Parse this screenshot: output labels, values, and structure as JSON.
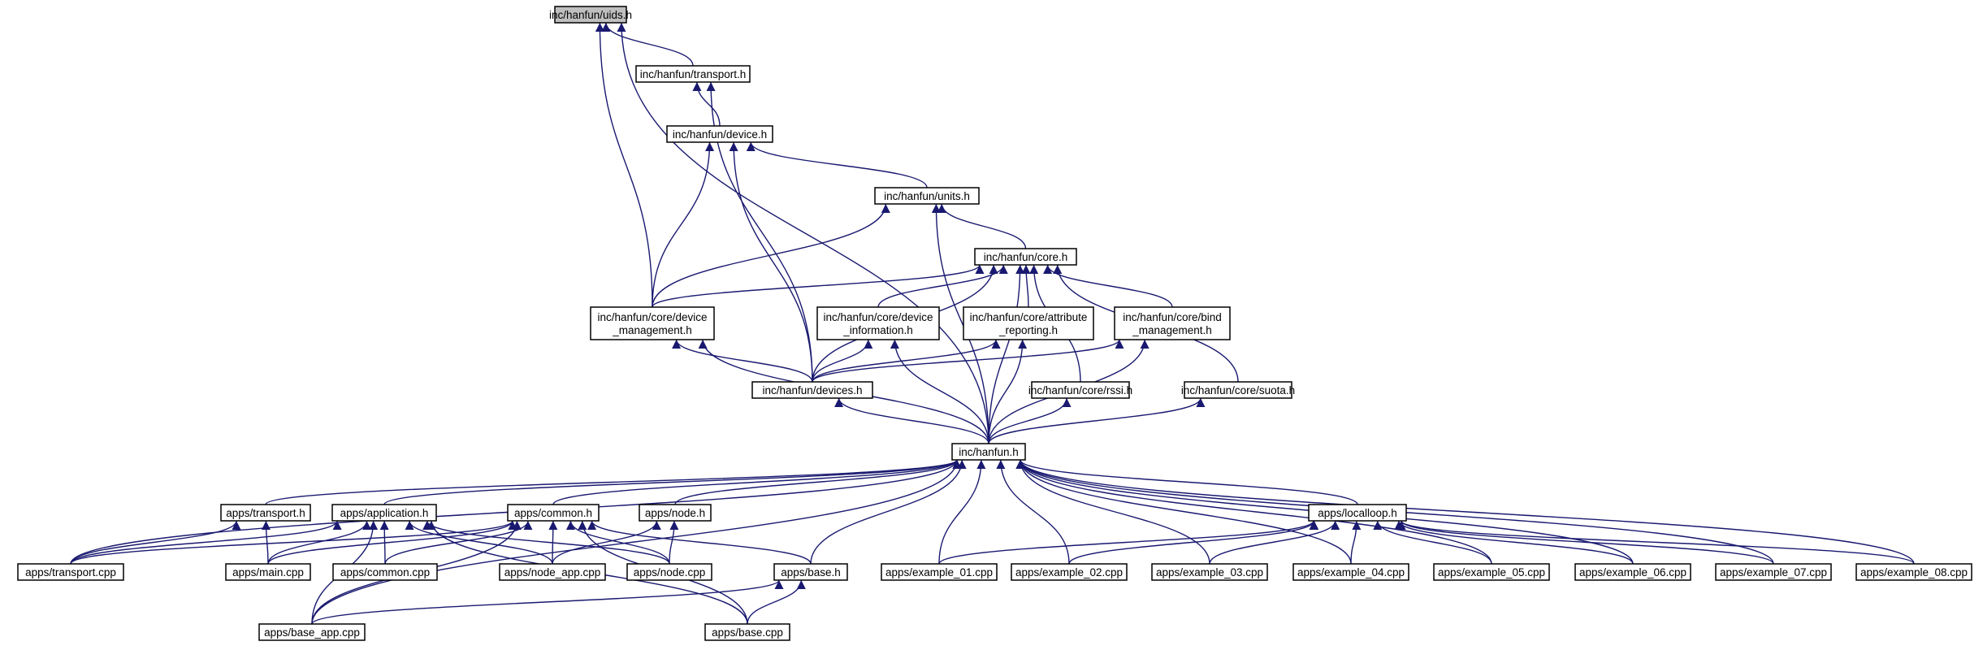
{
  "nodes": [
    {
      "id": "uids",
      "lines": [
        "inc/hanfun/uids.h"
      ],
      "root": true
    },
    {
      "id": "transport_h",
      "lines": [
        "inc/hanfun/transport.h"
      ]
    },
    {
      "id": "device_h",
      "lines": [
        "inc/hanfun/device.h"
      ]
    },
    {
      "id": "units_h",
      "lines": [
        "inc/hanfun/units.h"
      ]
    },
    {
      "id": "core_h",
      "lines": [
        "inc/hanfun/core.h"
      ]
    },
    {
      "id": "devmgmt",
      "lines": [
        "inc/hanfun/core/device",
        "_management.h"
      ]
    },
    {
      "id": "devinfo",
      "lines": [
        "inc/hanfun/core/device",
        "_information.h"
      ]
    },
    {
      "id": "attrrep",
      "lines": [
        "inc/hanfun/core/attribute",
        "_reporting.h"
      ]
    },
    {
      "id": "bindmgmt",
      "lines": [
        "inc/hanfun/core/bind",
        "_management.h"
      ]
    },
    {
      "id": "devices",
      "lines": [
        "inc/hanfun/devices.h"
      ]
    },
    {
      "id": "rssi",
      "lines": [
        "inc/hanfun/core/rssi.h"
      ]
    },
    {
      "id": "suota",
      "lines": [
        "inc/hanfun/core/suota.h"
      ]
    },
    {
      "id": "hanfun",
      "lines": [
        "inc/hanfun.h"
      ]
    },
    {
      "id": "a_transport_h",
      "lines": [
        "apps/transport.h"
      ]
    },
    {
      "id": "a_application_h",
      "lines": [
        "apps/application.h"
      ]
    },
    {
      "id": "a_common_h",
      "lines": [
        "apps/common.h"
      ]
    },
    {
      "id": "a_node_h",
      "lines": [
        "apps/node.h"
      ]
    },
    {
      "id": "a_localloop_h",
      "lines": [
        "apps/localloop.h"
      ]
    },
    {
      "id": "a_transport_cpp",
      "lines": [
        "apps/transport.cpp"
      ]
    },
    {
      "id": "a_main_cpp",
      "lines": [
        "apps/main.cpp"
      ]
    },
    {
      "id": "a_common_cpp",
      "lines": [
        "apps/common.cpp"
      ]
    },
    {
      "id": "a_node_app_cpp",
      "lines": [
        "apps/node_app.cpp"
      ]
    },
    {
      "id": "a_node_cpp",
      "lines": [
        "apps/node.cpp"
      ]
    },
    {
      "id": "a_base_h",
      "lines": [
        "apps/base.h"
      ]
    },
    {
      "id": "a_ex01",
      "lines": [
        "apps/example_01.cpp"
      ]
    },
    {
      "id": "a_ex02",
      "lines": [
        "apps/example_02.cpp"
      ]
    },
    {
      "id": "a_ex03",
      "lines": [
        "apps/example_03.cpp"
      ]
    },
    {
      "id": "a_ex04",
      "lines": [
        "apps/example_04.cpp"
      ]
    },
    {
      "id": "a_ex05",
      "lines": [
        "apps/example_05.cpp"
      ]
    },
    {
      "id": "a_ex06",
      "lines": [
        "apps/example_06.cpp"
      ]
    },
    {
      "id": "a_ex07",
      "lines": [
        "apps/example_07.cpp"
      ]
    },
    {
      "id": "a_ex08",
      "lines": [
        "apps/example_08.cpp"
      ]
    },
    {
      "id": "a_base_app_cpp",
      "lines": [
        "apps/base_app.cpp"
      ]
    },
    {
      "id": "a_base_cpp",
      "lines": [
        "apps/base.cpp"
      ]
    }
  ],
  "edges": [
    [
      "transport_h",
      "uids"
    ],
    [
      "devmgmt",
      "uids"
    ],
    [
      "hanfun",
      "uids"
    ],
    [
      "device_h",
      "transport_h"
    ],
    [
      "devices",
      "transport_h"
    ],
    [
      "units_h",
      "device_h"
    ],
    [
      "devmgmt",
      "device_h"
    ],
    [
      "devices",
      "device_h"
    ],
    [
      "core_h",
      "units_h"
    ],
    [
      "devmgmt",
      "units_h"
    ],
    [
      "hanfun",
      "units_h"
    ],
    [
      "devmgmt",
      "core_h"
    ],
    [
      "devinfo",
      "core_h"
    ],
    [
      "attrrep",
      "core_h"
    ],
    [
      "bindmgmt",
      "core_h"
    ],
    [
      "devices",
      "core_h"
    ],
    [
      "rssi",
      "core_h"
    ],
    [
      "suota",
      "core_h"
    ],
    [
      "hanfun",
      "core_h"
    ],
    [
      "devices",
      "devmgmt"
    ],
    [
      "hanfun",
      "devmgmt"
    ],
    [
      "devices",
      "devinfo"
    ],
    [
      "hanfun",
      "devinfo"
    ],
    [
      "devices",
      "attrrep"
    ],
    [
      "hanfun",
      "attrrep"
    ],
    [
      "devices",
      "bindmgmt"
    ],
    [
      "hanfun",
      "bindmgmt"
    ],
    [
      "hanfun",
      "devices"
    ],
    [
      "hanfun",
      "rssi"
    ],
    [
      "hanfun",
      "suota"
    ],
    [
      "a_transport_h",
      "hanfun"
    ],
    [
      "a_application_h",
      "hanfun"
    ],
    [
      "a_common_h",
      "hanfun"
    ],
    [
      "a_node_h",
      "hanfun"
    ],
    [
      "a_localloop_h",
      "hanfun"
    ],
    [
      "a_base_h",
      "hanfun"
    ],
    [
      "a_transport_cpp",
      "hanfun"
    ],
    [
      "a_base_app_cpp",
      "hanfun"
    ],
    [
      "a_ex01",
      "hanfun"
    ],
    [
      "a_ex02",
      "hanfun"
    ],
    [
      "a_ex03",
      "hanfun"
    ],
    [
      "a_ex04",
      "hanfun"
    ],
    [
      "a_ex05",
      "hanfun"
    ],
    [
      "a_ex06",
      "hanfun"
    ],
    [
      "a_ex07",
      "hanfun"
    ],
    [
      "a_ex08",
      "hanfun"
    ],
    [
      "a_transport_cpp",
      "a_transport_h"
    ],
    [
      "a_main_cpp",
      "a_transport_h"
    ],
    [
      "a_transport_cpp",
      "a_application_h"
    ],
    [
      "a_main_cpp",
      "a_application_h"
    ],
    [
      "a_common_cpp",
      "a_application_h"
    ],
    [
      "a_node_app_cpp",
      "a_application_h"
    ],
    [
      "a_node_cpp",
      "a_application_h"
    ],
    [
      "a_base_app_cpp",
      "a_application_h"
    ],
    [
      "a_base_cpp",
      "a_application_h"
    ],
    [
      "a_transport_cpp",
      "a_common_h"
    ],
    [
      "a_main_cpp",
      "a_common_h"
    ],
    [
      "a_common_cpp",
      "a_common_h"
    ],
    [
      "a_node_app_cpp",
      "a_common_h"
    ],
    [
      "a_node_cpp",
      "a_common_h"
    ],
    [
      "a_base_h",
      "a_common_h"
    ],
    [
      "a_base_app_cpp",
      "a_common_h"
    ],
    [
      "a_base_cpp",
      "a_common_h"
    ],
    [
      "a_node_app_cpp",
      "a_node_h"
    ],
    [
      "a_node_cpp",
      "a_node_h"
    ],
    [
      "a_base_app_cpp",
      "a_base_h"
    ],
    [
      "a_base_cpp",
      "a_base_h"
    ],
    [
      "a_ex01",
      "a_localloop_h"
    ],
    [
      "a_ex02",
      "a_localloop_h"
    ],
    [
      "a_ex03",
      "a_localloop_h"
    ],
    [
      "a_ex04",
      "a_localloop_h"
    ],
    [
      "a_ex05",
      "a_localloop_h"
    ],
    [
      "a_ex06",
      "a_localloop_h"
    ],
    [
      "a_ex07",
      "a_localloop_h"
    ],
    [
      "a_ex08",
      "a_localloop_h"
    ]
  ],
  "colors": {
    "edge": "#191970",
    "root_fill": "#bfbfbf",
    "node_fill": "#ffffff",
    "node_stroke": "#000000"
  }
}
